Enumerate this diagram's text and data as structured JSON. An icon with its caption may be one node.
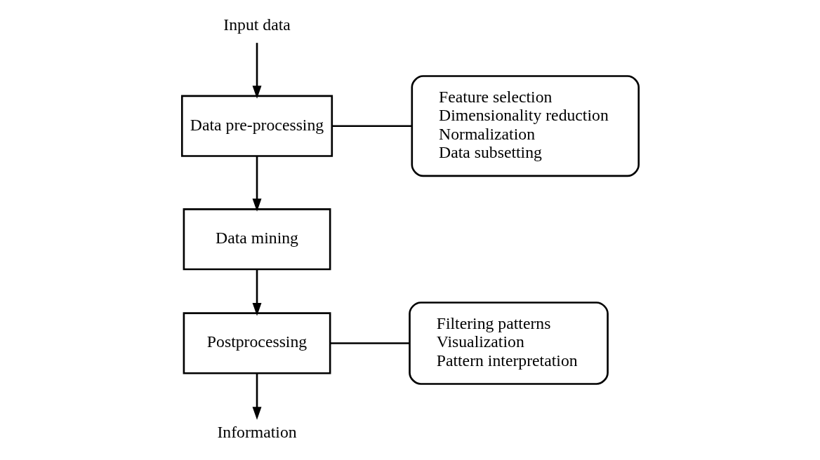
{
  "diagram": {
    "nodes": [
      {
        "text": [
          "Input data"
        ]
      },
      {
        "text": [
          "Data pre-processing"
        ]
      },
      {
        "text": [
          "Data mining"
        ]
      },
      {
        "text": [
          "Postprocessing"
        ]
      },
      {
        "text": [
          "Information"
        ]
      },
      {
        "text": [
          "Feature selection",
          "Dimensionality reduction",
          "Normalization",
          "Data subsetting"
        ]
      },
      {
        "text": [
          "Filtering patterns",
          "Visualization",
          "Pattern interpretation"
        ]
      }
    ],
    "edges": [
      {
        "from": 0,
        "to": 1,
        "arrow": "to"
      },
      {
        "from": 1,
        "to": 2,
        "arrow": "to"
      },
      {
        "from": 2,
        "to": 3,
        "arrow": "to"
      },
      {
        "from": 3,
        "to": 4,
        "arrow": "to"
      },
      {
        "from": 1,
        "to": 5,
        "arrow": "none"
      },
      {
        "from": 3,
        "to": 6,
        "arrow": "none"
      }
    ]
  }
}
